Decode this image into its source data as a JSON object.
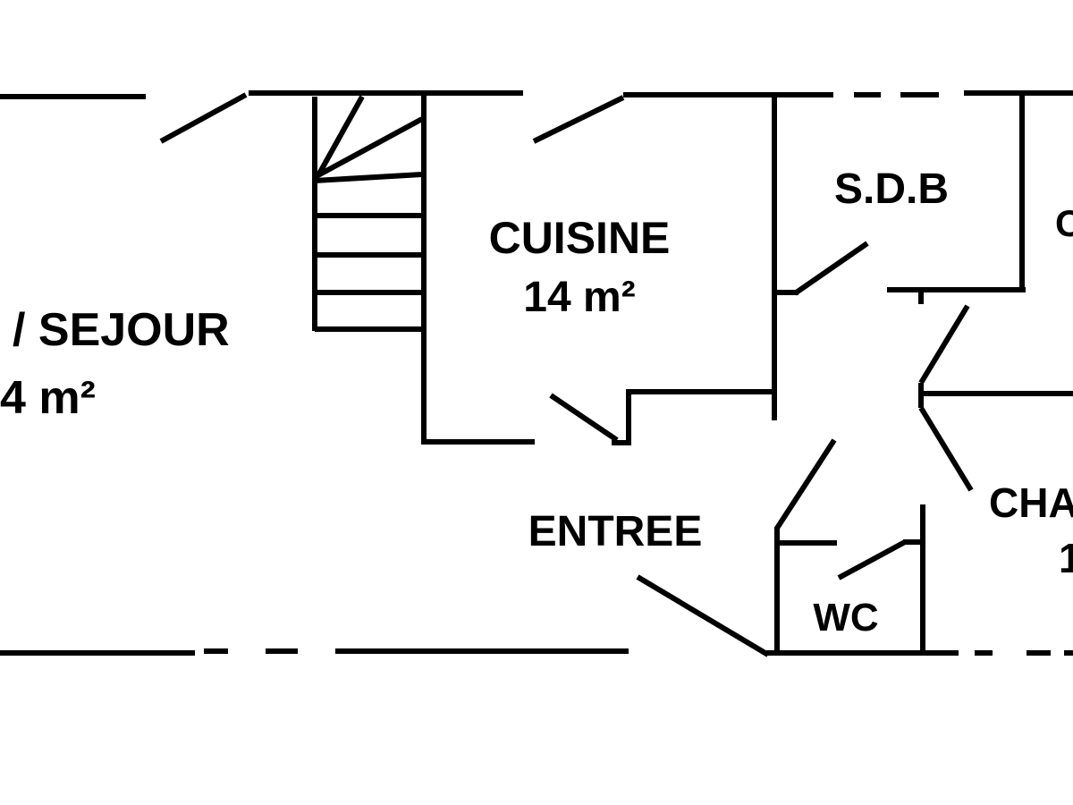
{
  "rooms": {
    "sejour": {
      "name": "/ SEJOUR",
      "area": "4 m²"
    },
    "cuisine": {
      "name": "CUISINE",
      "area": "14 m²"
    },
    "sdb": {
      "name": "S.D.B"
    },
    "chambre_top": {
      "name": "C"
    },
    "entree": {
      "name": "ENTREE"
    },
    "wc": {
      "name": "WC"
    },
    "chambre": {
      "name": "CHA",
      "area": "1"
    }
  },
  "colors": {
    "ink": "#000000",
    "background": "#ffffff"
  }
}
